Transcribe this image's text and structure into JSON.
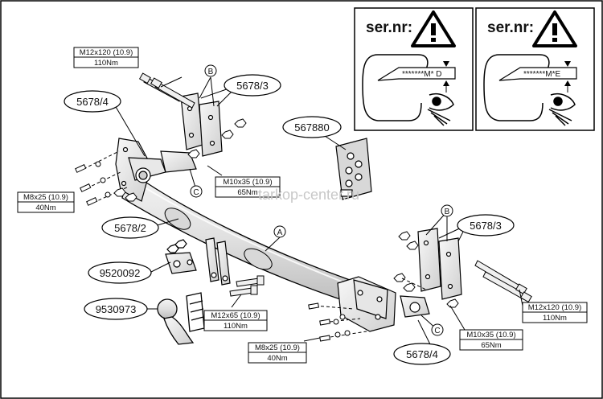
{
  "serial_panels": [
    {
      "title": "ser.nr:",
      "code": "*******M* D"
    },
    {
      "title": "ser.nr:",
      "code": "*******M*E"
    }
  ],
  "part_labels": {
    "bracket_left": "5678/4",
    "bracket_top": "5678/3",
    "electric_kit": "567880",
    "crossbar": "5678/2",
    "clamp": "9520092",
    "ball": "9530973",
    "bracket_right_top": "5678/3",
    "bracket_right": "5678/4"
  },
  "letters": {
    "a": "A",
    "b": "B",
    "c": "C"
  },
  "bolt_specs": [
    {
      "size": "M12x120 (10.9)",
      "torque": "110Nm"
    },
    {
      "size": "M8x25 (10.9)",
      "torque": "40Nm"
    },
    {
      "size": "M10x35 (10.9)",
      "torque": "65Nm"
    },
    {
      "size": "M12x65 (10.9)",
      "torque": "110Nm"
    },
    {
      "size": "M8x25 (10.9)",
      "torque": "40Nm"
    },
    {
      "size": "M12x120 (10.9)",
      "torque": "110Nm"
    },
    {
      "size": "M10x35 (10.9)",
      "torque": "65Nm"
    }
  ],
  "watermark": "tarkop-center.ru"
}
